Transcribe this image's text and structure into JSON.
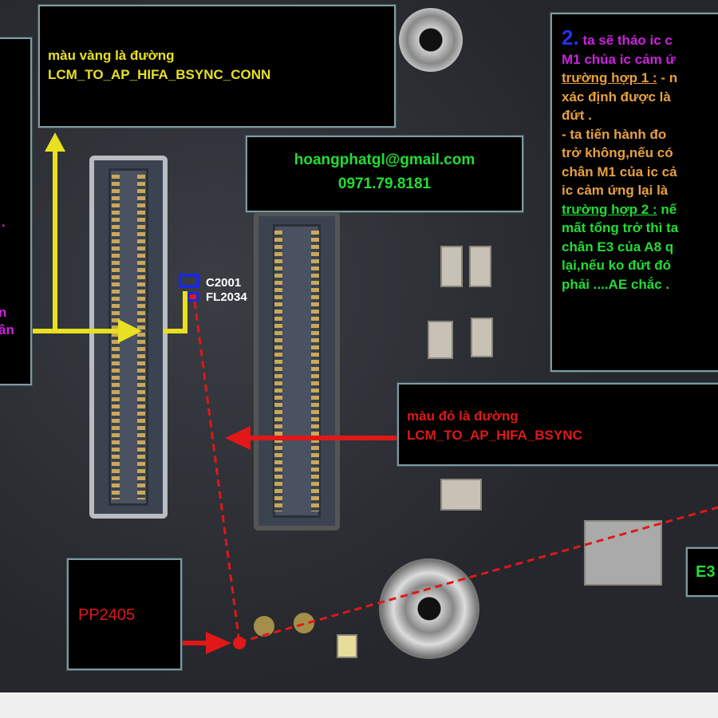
{
  "annotations": {
    "yellow_box": {
      "line1": "màu vàng là đường",
      "line2": "LCM_TO_AP_HIFA_BSYNC_CONN"
    },
    "contact_box": {
      "email": "hoangphatgl@gmail.com",
      "phone": "0971.79.8181"
    },
    "red_box": {
      "line1": "màu đỏ là đường",
      "line2": "LCM_TO_AP_HIFA_BSYNC"
    },
    "pp_box": {
      "label": "PP2405"
    },
    "e3_box": {
      "label": "E3"
    },
    "left_box": {
      "frag1": ".",
      "frag2": "n",
      "frag3": "ân"
    },
    "component_labels": {
      "c": "C2001",
      "fl": "FL2034"
    },
    "right_box": {
      "num": "2.",
      "lines": [
        "ta sẽ tháo ic c",
        "M1 chủa ic cảm ứ",
        "trường hợp 1 :",
        " - n",
        "xác định được là",
        "đứt .",
        "- ta tiến hành đo",
        "trở không,nếu có",
        "chân M1 của ic cả",
        "ic cảm ứng lại là",
        "trường hợp 2 :",
        " nế",
        "mất tổng trở thì ta",
        "chân E3 của A8 q",
        "lại,nếu ko đứt đó",
        "phải ....AE  chắc ."
      ]
    }
  },
  "colors": {
    "yellow": "#e8e020",
    "red": "#e01818",
    "green": "#22dd33",
    "magenta": "#cc22dd",
    "orange": "#e8a040",
    "blue": "#2233ee"
  }
}
